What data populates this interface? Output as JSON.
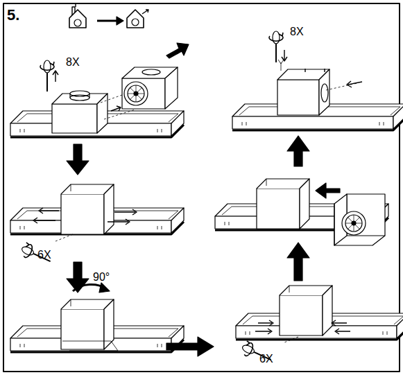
{
  "diagram": {
    "labels": [
      "5.",
      "8X",
      "6X",
      "90°",
      "6X",
      "8X"
    ]
  }
}
